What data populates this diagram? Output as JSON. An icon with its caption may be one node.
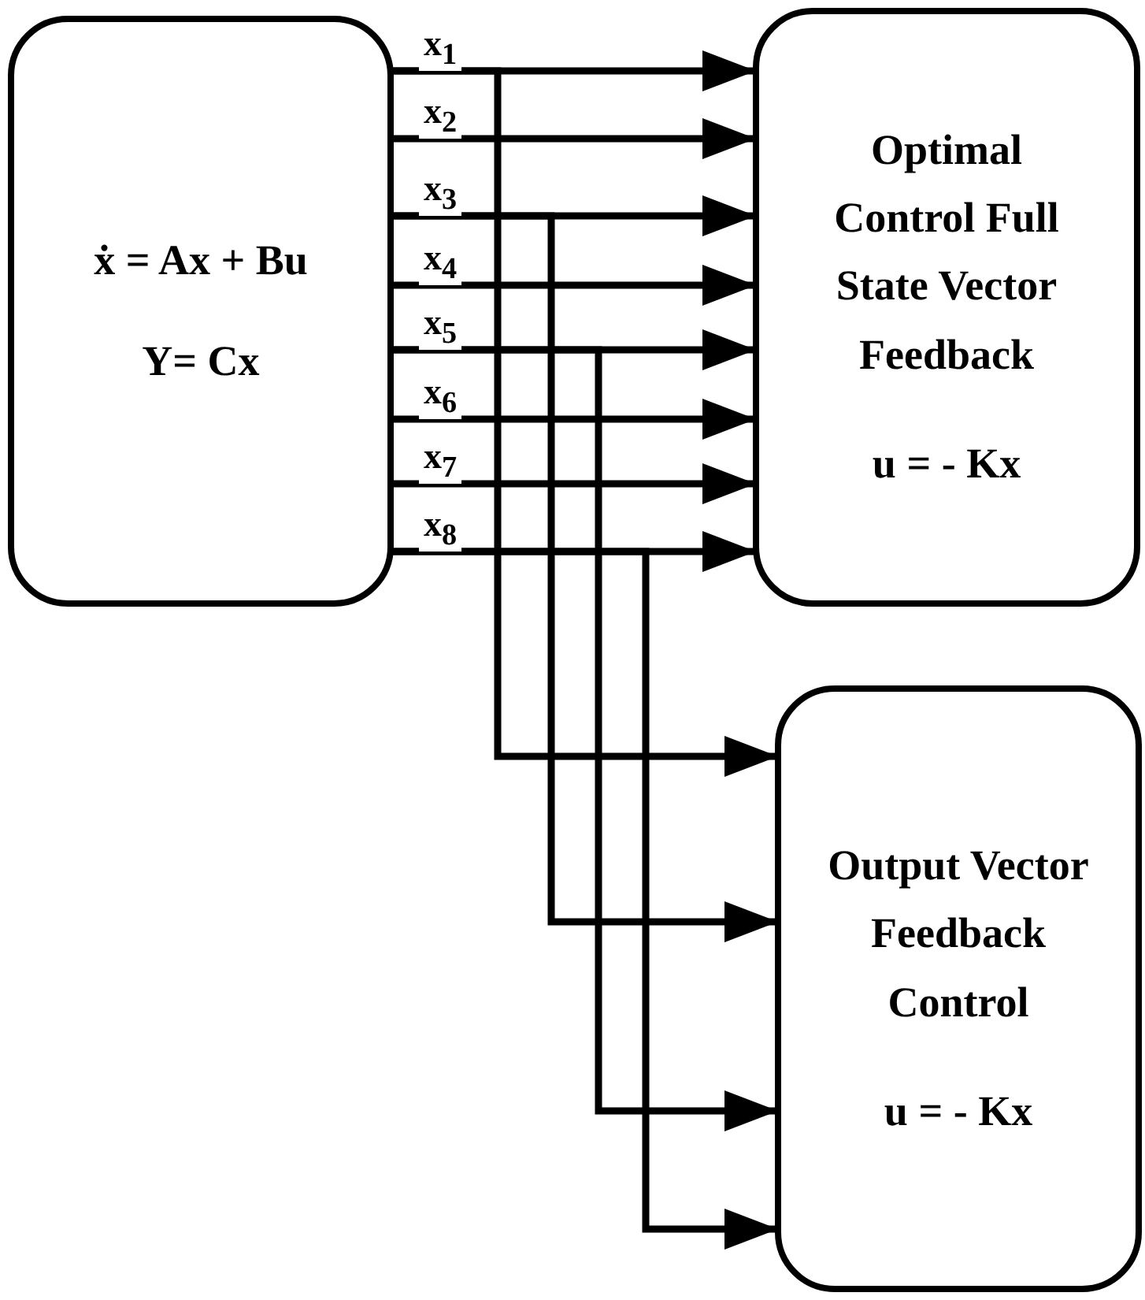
{
  "diagram": {
    "nodes": [
      {
        "text": [
          "ẋ = Ax + Bu",
          "Y= Cx"
        ]
      },
      {
        "text": [
          "Optimal Control Full State Vector Feedback",
          "u = - Kx"
        ]
      },
      {
        "text": [
          "Output Vector Feedback Control",
          "u = - Kx"
        ]
      }
    ],
    "edges": [
      {
        "from": 0,
        "to": 1,
        "arrow": "to",
        "label": "x$_{1}$"
      },
      {
        "from": 0,
        "to": 1,
        "arrow": "to",
        "label": "x$_{2}$"
      },
      {
        "from": 0,
        "to": 1,
        "arrow": "to",
        "label": "x$_{3}$"
      },
      {
        "from": 0,
        "to": 1,
        "arrow": "to",
        "label": "x$_{4}$"
      },
      {
        "from": 0,
        "to": 1,
        "arrow": "to",
        "label": "x$_{5}$"
      },
      {
        "from": 0,
        "to": 1,
        "arrow": "to",
        "label": "x$_{6}$"
      },
      {
        "from": 0,
        "to": 1,
        "arrow": "to",
        "label": "x$_{7}$"
      },
      {
        "from": 0,
        "to": 1,
        "arrow": "to",
        "label": "x$_{8}$"
      },
      {
        "from": 0,
        "to": 2,
        "arrow": "to"
      },
      {
        "from": 0,
        "to": 2,
        "arrow": "to"
      },
      {
        "from": 0,
        "to": 2,
        "arrow": "to"
      },
      {
        "from": 0,
        "to": 2,
        "arrow": "to"
      }
    ]
  }
}
